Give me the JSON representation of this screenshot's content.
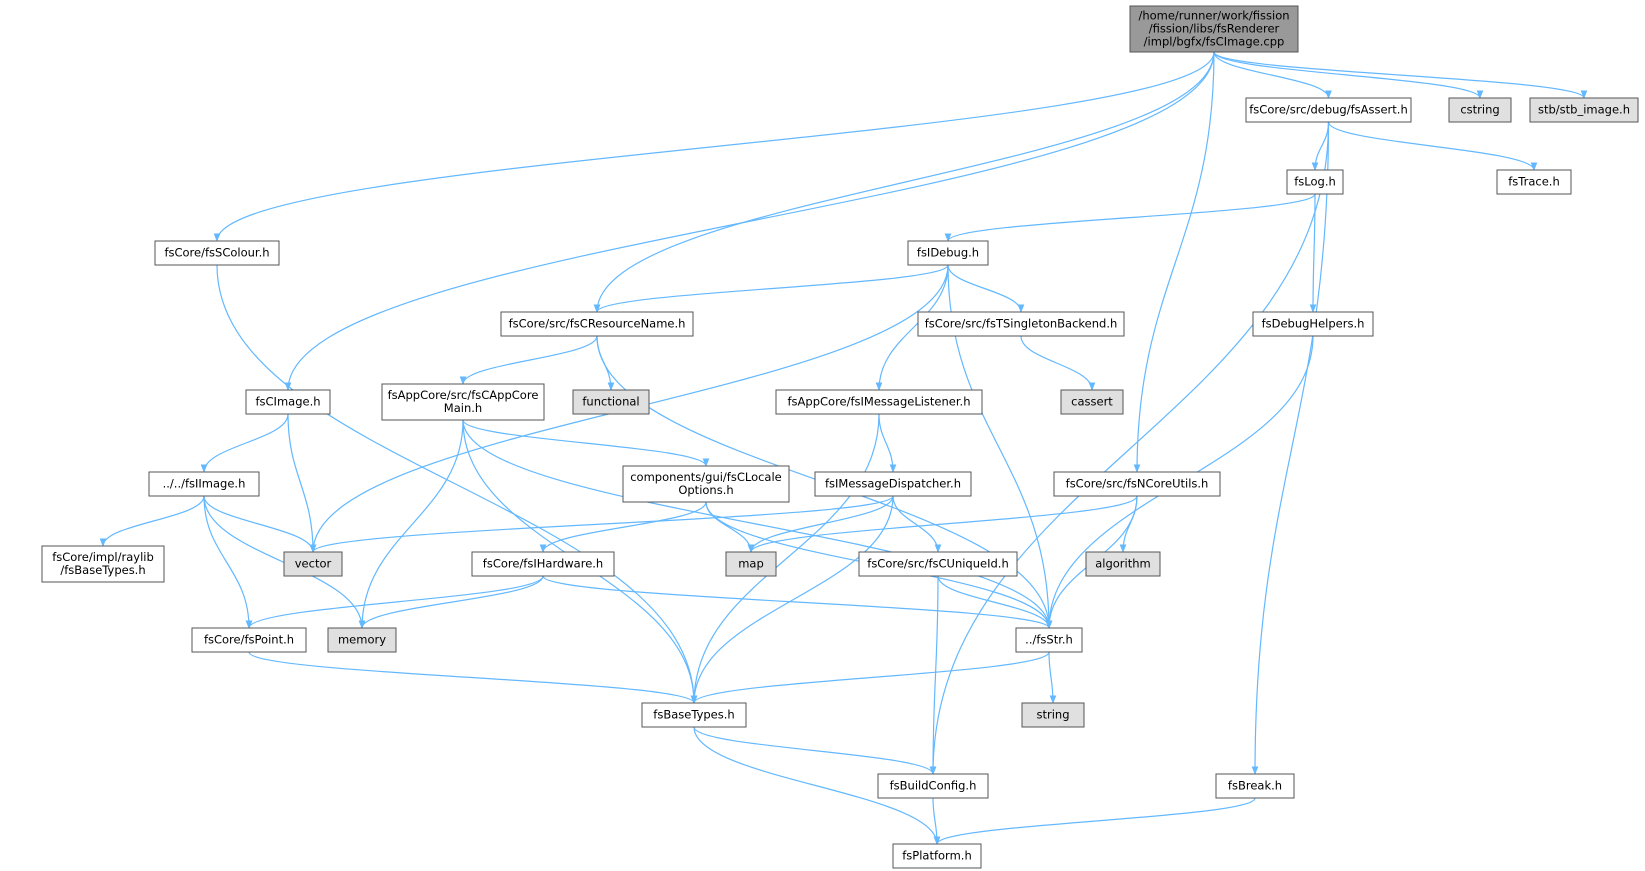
{
  "diagram": {
    "kind": "include-dependency-graph",
    "colors": {
      "edge": "#63b8ff",
      "root_fill": "#999999",
      "node_fill": "#ffffff",
      "external_fill": "#e0e0e0",
      "border": "#555555",
      "text": "#000000"
    },
    "nodes": [
      {
        "id": "root",
        "lines": [
          "/home/runner/work/fission",
          "/fission/libs/fsRenderer",
          "/impl/bgfx/fsCImage.cpp"
        ],
        "style": "root"
      },
      {
        "id": "assert",
        "lines": [
          "fsCore/src/debug/fsAssert.h"
        ],
        "style": "normal"
      },
      {
        "id": "cstring",
        "lines": [
          "cstring"
        ],
        "style": "external"
      },
      {
        "id": "stbimage",
        "lines": [
          "stb/stb_image.h"
        ],
        "style": "external"
      },
      {
        "id": "log",
        "lines": [
          "fsLog.h"
        ],
        "style": "normal"
      },
      {
        "id": "trace",
        "lines": [
          "fsTrace.h"
        ],
        "style": "normal"
      },
      {
        "id": "scolour",
        "lines": [
          "fsCore/fsSColour.h"
        ],
        "style": "normal"
      },
      {
        "id": "idebug",
        "lines": [
          "fsIDebug.h"
        ],
        "style": "normal"
      },
      {
        "id": "resname",
        "lines": [
          "fsCore/src/fsCResourceName.h"
        ],
        "style": "normal"
      },
      {
        "id": "singleton",
        "lines": [
          "fsCore/src/fsTSingletonBackend.h"
        ],
        "style": "normal"
      },
      {
        "id": "debughelpers",
        "lines": [
          "fsDebugHelpers.h"
        ],
        "style": "normal"
      },
      {
        "id": "cimage",
        "lines": [
          "fsCImage.h"
        ],
        "style": "normal"
      },
      {
        "id": "appcore",
        "lines": [
          "fsAppCore/src/fsCAppCore",
          "Main.h"
        ],
        "style": "normal"
      },
      {
        "id": "functional",
        "lines": [
          "functional"
        ],
        "style": "external"
      },
      {
        "id": "msglistener",
        "lines": [
          "fsAppCore/fsIMessageListener.h"
        ],
        "style": "normal"
      },
      {
        "id": "cassert",
        "lines": [
          "cassert"
        ],
        "style": "external"
      },
      {
        "id": "iimage",
        "lines": [
          "../../fsIImage.h"
        ],
        "style": "normal"
      },
      {
        "id": "locale",
        "lines": [
          "components/gui/fsCLocale",
          "Options.h"
        ],
        "style": "normal"
      },
      {
        "id": "msgdisp",
        "lines": [
          "fsIMessageDispatcher.h"
        ],
        "style": "normal"
      },
      {
        "id": "ncoreutils",
        "lines": [
          "fsCore/src/fsNCoreUtils.h"
        ],
        "style": "normal"
      },
      {
        "id": "raylib",
        "lines": [
          "fsCore/impl/raylib",
          "/fsBaseTypes.h"
        ],
        "style": "normal"
      },
      {
        "id": "vector",
        "lines": [
          "vector"
        ],
        "style": "external"
      },
      {
        "id": "ihardware",
        "lines": [
          "fsCore/fsIHardware.h"
        ],
        "style": "normal"
      },
      {
        "id": "map",
        "lines": [
          "map"
        ],
        "style": "external"
      },
      {
        "id": "uniqueid",
        "lines": [
          "fsCore/src/fsCUniqueId.h"
        ],
        "style": "normal"
      },
      {
        "id": "algorithm",
        "lines": [
          "algorithm"
        ],
        "style": "external"
      },
      {
        "id": "point",
        "lines": [
          "fsCore/fsPoint.h"
        ],
        "style": "normal"
      },
      {
        "id": "memory",
        "lines": [
          "memory"
        ],
        "style": "external"
      },
      {
        "id": "str",
        "lines": [
          "../fsStr.h"
        ],
        "style": "normal"
      },
      {
        "id": "basetypes",
        "lines": [
          "fsBaseTypes.h"
        ],
        "style": "normal"
      },
      {
        "id": "string",
        "lines": [
          "string"
        ],
        "style": "external"
      },
      {
        "id": "buildconfig",
        "lines": [
          "fsBuildConfig.h"
        ],
        "style": "normal"
      },
      {
        "id": "break",
        "lines": [
          "fsBreak.h"
        ],
        "style": "normal"
      },
      {
        "id": "platform",
        "lines": [
          "fsPlatform.h"
        ],
        "style": "normal"
      }
    ],
    "edges": [
      [
        "root",
        "scolour"
      ],
      [
        "root",
        "cimage"
      ],
      [
        "root",
        "resname"
      ],
      [
        "root",
        "ncoreutils"
      ],
      [
        "root",
        "assert"
      ],
      [
        "root",
        "cstring"
      ],
      [
        "root",
        "stbimage"
      ],
      [
        "assert",
        "log"
      ],
      [
        "assert",
        "trace"
      ],
      [
        "assert",
        "buildconfig"
      ],
      [
        "assert",
        "break"
      ],
      [
        "log",
        "idebug"
      ],
      [
        "log",
        "debughelpers"
      ],
      [
        "scolour",
        "basetypes"
      ],
      [
        "idebug",
        "resname"
      ],
      [
        "idebug",
        "singleton"
      ],
      [
        "idebug",
        "msglistener"
      ],
      [
        "idebug",
        "vector"
      ],
      [
        "idebug",
        "str"
      ],
      [
        "resname",
        "appcore"
      ],
      [
        "resname",
        "functional"
      ],
      [
        "resname",
        "str"
      ],
      [
        "singleton",
        "cassert"
      ],
      [
        "debughelpers",
        "str"
      ],
      [
        "cimage",
        "iimage"
      ],
      [
        "cimage",
        "vector"
      ],
      [
        "appcore",
        "locale"
      ],
      [
        "appcore",
        "memory"
      ],
      [
        "appcore",
        "basetypes"
      ],
      [
        "appcore",
        "str"
      ],
      [
        "msglistener",
        "msgdisp"
      ],
      [
        "msglistener",
        "basetypes"
      ],
      [
        "iimage",
        "raylib"
      ],
      [
        "iimage",
        "vector"
      ],
      [
        "iimage",
        "point"
      ],
      [
        "iimage",
        "memory"
      ],
      [
        "locale",
        "ihardware"
      ],
      [
        "locale",
        "map"
      ],
      [
        "locale",
        "str"
      ],
      [
        "msgdisp",
        "vector"
      ],
      [
        "msgdisp",
        "map"
      ],
      [
        "msgdisp",
        "uniqueid"
      ],
      [
        "msgdisp",
        "basetypes"
      ],
      [
        "ncoreutils",
        "map"
      ],
      [
        "ncoreutils",
        "algorithm"
      ],
      [
        "ncoreutils",
        "str"
      ],
      [
        "ihardware",
        "point"
      ],
      [
        "ihardware",
        "memory"
      ],
      [
        "ihardware",
        "str"
      ],
      [
        "uniqueid",
        "str"
      ],
      [
        "uniqueid",
        "buildconfig"
      ],
      [
        "point",
        "basetypes"
      ],
      [
        "str",
        "basetypes"
      ],
      [
        "str",
        "string"
      ],
      [
        "basetypes",
        "buildconfig"
      ],
      [
        "basetypes",
        "platform"
      ],
      [
        "buildconfig",
        "platform"
      ],
      [
        "break",
        "platform"
      ]
    ]
  }
}
